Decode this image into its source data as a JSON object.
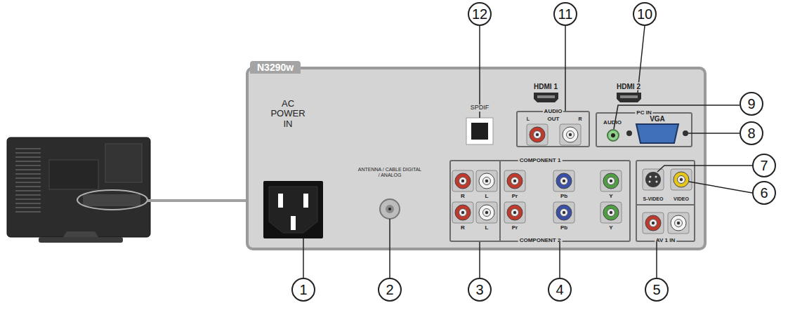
{
  "diagram": {
    "nodes": [
      {
        "text": [
          "N3290w"
        ]
      },
      {
        "text": [
          "AUDIO"
        ],
        "in": 0
      },
      {
        "text": [
          "PC IN"
        ],
        "in": 0
      },
      {
        "text": [
          "COMPONENT 1",
          "COMPONENT 2"
        ],
        "in": 0
      },
      {
        "text": [
          "AV 1 IN"
        ],
        "in": 0
      },
      {
        "text": [
          "12"
        ]
      },
      {
        "text": [
          "11"
        ]
      },
      {
        "text": [
          "10"
        ]
      },
      {
        "text": [
          "9"
        ]
      },
      {
        "text": [
          "8"
        ]
      },
      {
        "text": [
          "7"
        ]
      },
      {
        "text": [
          "6"
        ]
      },
      {
        "text": [
          "1"
        ]
      },
      {
        "text": [
          "2"
        ]
      },
      {
        "text": [
          "3"
        ]
      },
      {
        "text": [
          "4"
        ]
      },
      {
        "text": [
          "5"
        ]
      }
    ],
    "edges": [
      {
        "from": 6,
        "to": 1,
        "arrow": "none"
      },
      {
        "from": 14,
        "to": 3,
        "arrow": "none"
      },
      {
        "from": 15,
        "to": 3,
        "arrow": "none"
      },
      {
        "from": 16,
        "to": 4,
        "arrow": "none"
      }
    ],
    "labels": [
      "AC POWER IN",
      "ANTENNA / CABLE DIGITAL / ANALOG",
      "SPDIF",
      "HDMI 1",
      "HDMI 2",
      "L",
      "OUT",
      "R",
      "AUDIO",
      "VGA",
      "R",
      "L",
      "Pr",
      "Pb",
      "Y",
      "R",
      "L",
      "Pr",
      "Pb",
      "Y",
      "S-VIDEO",
      "VIDEO"
    ]
  }
}
